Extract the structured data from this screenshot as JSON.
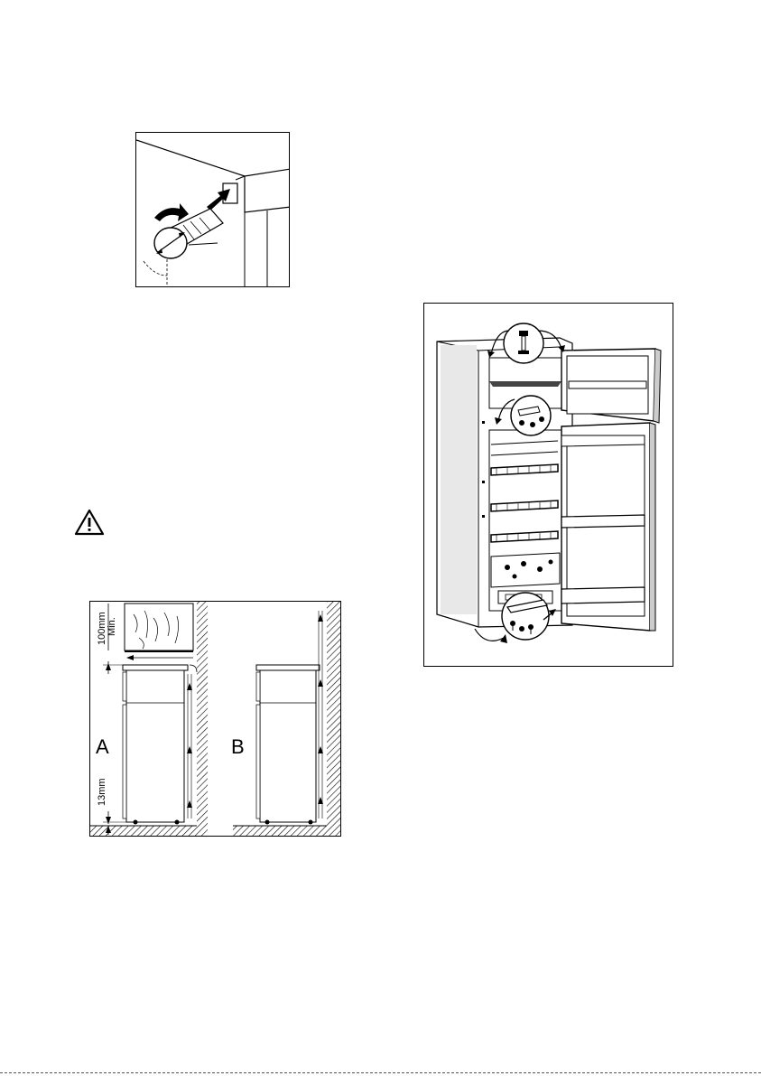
{
  "figures": {
    "ventilation": {
      "labels": {
        "a": "A",
        "b": "B",
        "top_clearance": "100mm",
        "top_clearance_min": "Min.",
        "bottom_clearance": "13mm"
      }
    }
  },
  "icons": {
    "warning": "warning-triangle-icon",
    "rotate_arrow": "curved-arrow-icon",
    "push_arrow": "push-arrow-icon"
  }
}
